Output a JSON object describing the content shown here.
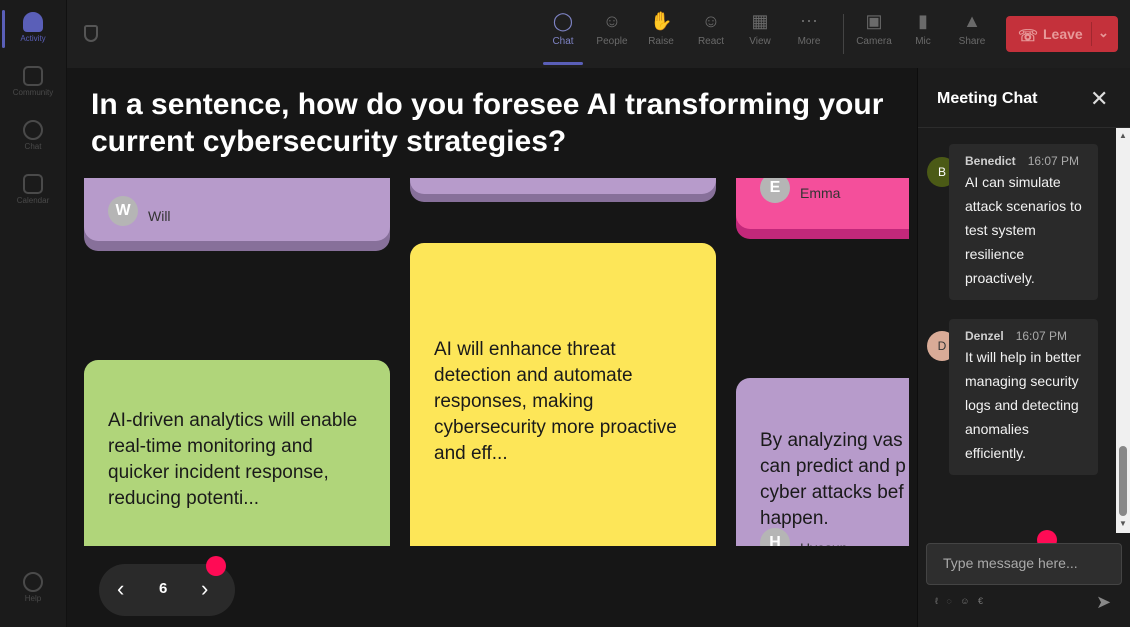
{
  "rail": {
    "items": [
      {
        "label": "Activity",
        "icon": "bell-icon"
      },
      {
        "label": "Community",
        "icon": "community-icon"
      },
      {
        "label": "Chat",
        "icon": "chat-icon"
      },
      {
        "label": "Calendar",
        "icon": "calendar-icon"
      },
      {
        "label": "Help",
        "icon": "help-icon"
      }
    ]
  },
  "toolbar": {
    "buttons": [
      {
        "label": "Chat",
        "icon": "chat-icon"
      },
      {
        "label": "People",
        "icon": "people-icon"
      },
      {
        "label": "Raise",
        "icon": "hand-icon"
      },
      {
        "label": "React",
        "icon": "smiley-icon"
      },
      {
        "label": "View",
        "icon": "grid-icon"
      },
      {
        "label": "More",
        "icon": "more-icon"
      },
      {
        "label": "Camera",
        "icon": "camera-icon"
      },
      {
        "label": "Mic",
        "icon": "mic-icon"
      },
      {
        "label": "Share",
        "icon": "share-icon"
      }
    ],
    "leave_label": "Leave"
  },
  "stage": {
    "question": "In a sentence, how do you foresee AI transforming your current cybersecurity strategies?",
    "cards": [
      {
        "author_initial": "W",
        "author": "Will",
        "text": ""
      },
      {
        "author_initial": "",
        "author": "",
        "text": ""
      },
      {
        "author_initial": "E",
        "author": "Emma",
        "text": ""
      },
      {
        "author_initial": "",
        "author": "",
        "text": "AI-driven analytics will enable real-time monitoring and quicker incident response, reducing potenti..."
      },
      {
        "author_initial": "",
        "author": "",
        "text": "AI will enhance threat detection and automate responses, making cybersecurity more proactive and eff..."
      },
      {
        "author_initial": "H",
        "author": "Hyesun",
        "text": "By analyzing vas can predict and p cyber attacks bef happen."
      }
    ],
    "pager": {
      "page": "6",
      "prev": "‹",
      "next": "›"
    }
  },
  "chat": {
    "title": "Meeting Chat",
    "messages": [
      {
        "initial": "B",
        "author": "Benedict",
        "time": "16:07 PM",
        "text": "AI can simulate attack scenarios to test system resilience proactively."
      },
      {
        "initial": "D",
        "author": "Denzel",
        "time": "16:07 PM",
        "text": "It will help in better managing security logs and detecting anomalies efficiently."
      }
    ],
    "input_placeholder": "Type message here..."
  },
  "colors": {
    "accent": "#5a5fb8",
    "leave": "#c4313b",
    "dot": "#ff0b55"
  }
}
